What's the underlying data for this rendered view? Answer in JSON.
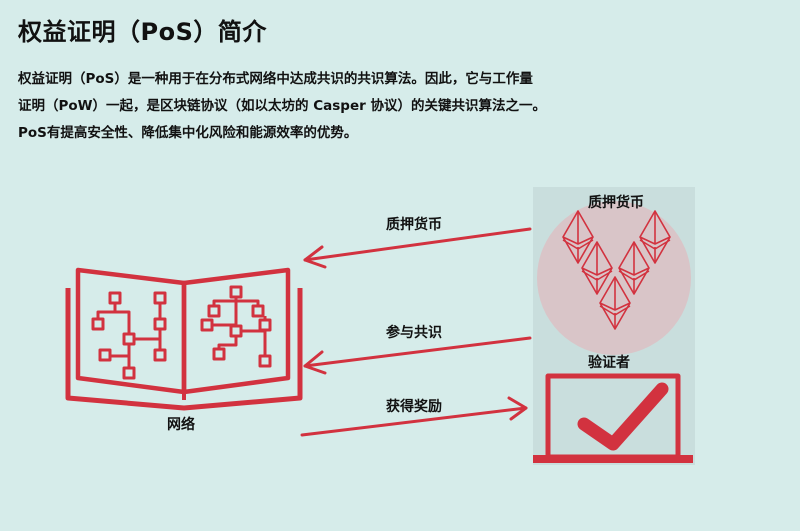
{
  "title": "权益证明（PoS）简介",
  "intro": {
    "line1": "权益证明（PoS）是一种用于在分布式网络中达成共识的共识算法。因此，它与工作量",
    "line2": "证明（PoW）一起，是区块链协议（如以太坊的 Casper 协议）的关键共识算法之一。",
    "line3": "PoS有提高安全性、降低集中化风险和能源效率的优势。"
  },
  "diagram": {
    "network_label": "网络",
    "staked_coins_label": "质押货币",
    "validator_label": "验证者",
    "arrow_stake_label": "质押货币",
    "arrow_consensus_label": "参与共识",
    "arrow_reward_label": "获得奖励"
  },
  "colors": {
    "accent": "#d2323f",
    "background": "#d6ecea",
    "panel": "#c9dedd",
    "coin_circle": "#d9c5c8"
  },
  "icons": {
    "network": "open-book-flowchart-icon",
    "coins": "ethereum-diamond-icon",
    "validator": "laptop-checkmark-icon"
  }
}
